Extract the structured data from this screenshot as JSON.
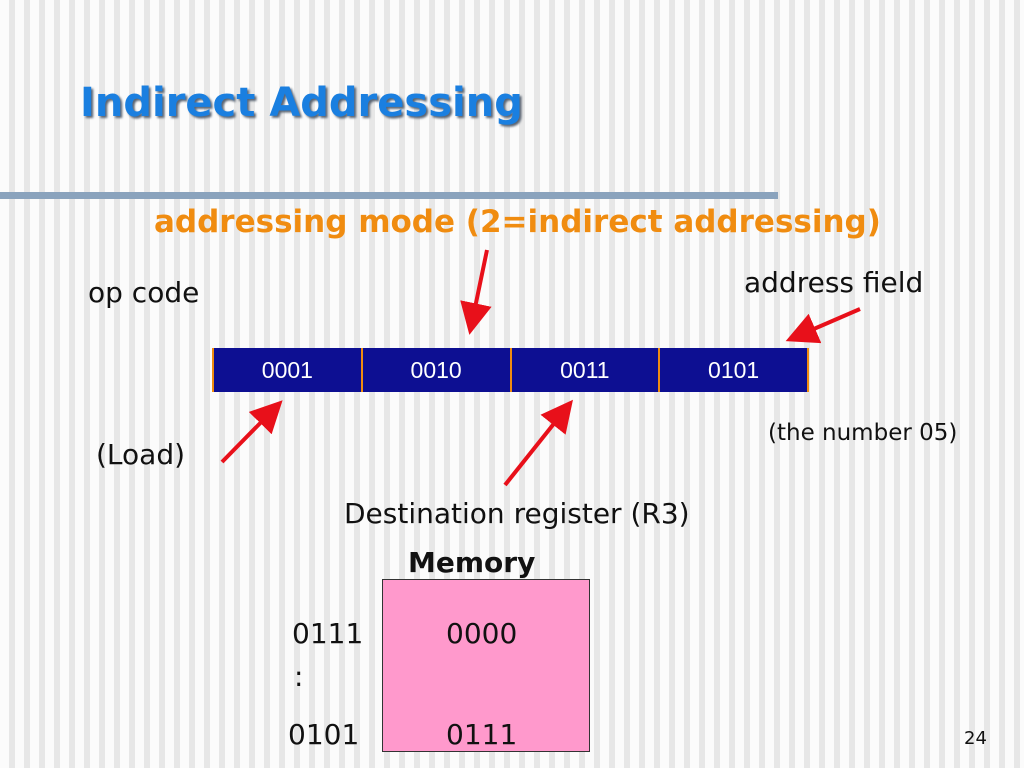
{
  "slide": {
    "title": "Indirect Addressing",
    "page_number": "24"
  },
  "labels": {
    "addressing_mode": "addressing mode (2=indirect addressing)",
    "op_code": "op code",
    "address_field": "address field",
    "load": "(Load)",
    "the_number": "(the number 05)",
    "destination_register": "Destination register (R3)"
  },
  "instruction_fields": [
    "0001",
    "0010",
    "0011",
    "0101"
  ],
  "memory": {
    "title": "Memory",
    "rows": [
      {
        "address": "0111",
        "value": "0000"
      },
      {
        "ellipsis": ":"
      },
      {
        "address": "0101",
        "value": "0111"
      }
    ]
  },
  "colors": {
    "title": "#1a7fe0",
    "accent": "#f08c10",
    "instruction_bg": "#0d0f92",
    "memory_bg": "#ff99cc",
    "arrow": "#e8101a",
    "rule": "#8aa3bd"
  }
}
